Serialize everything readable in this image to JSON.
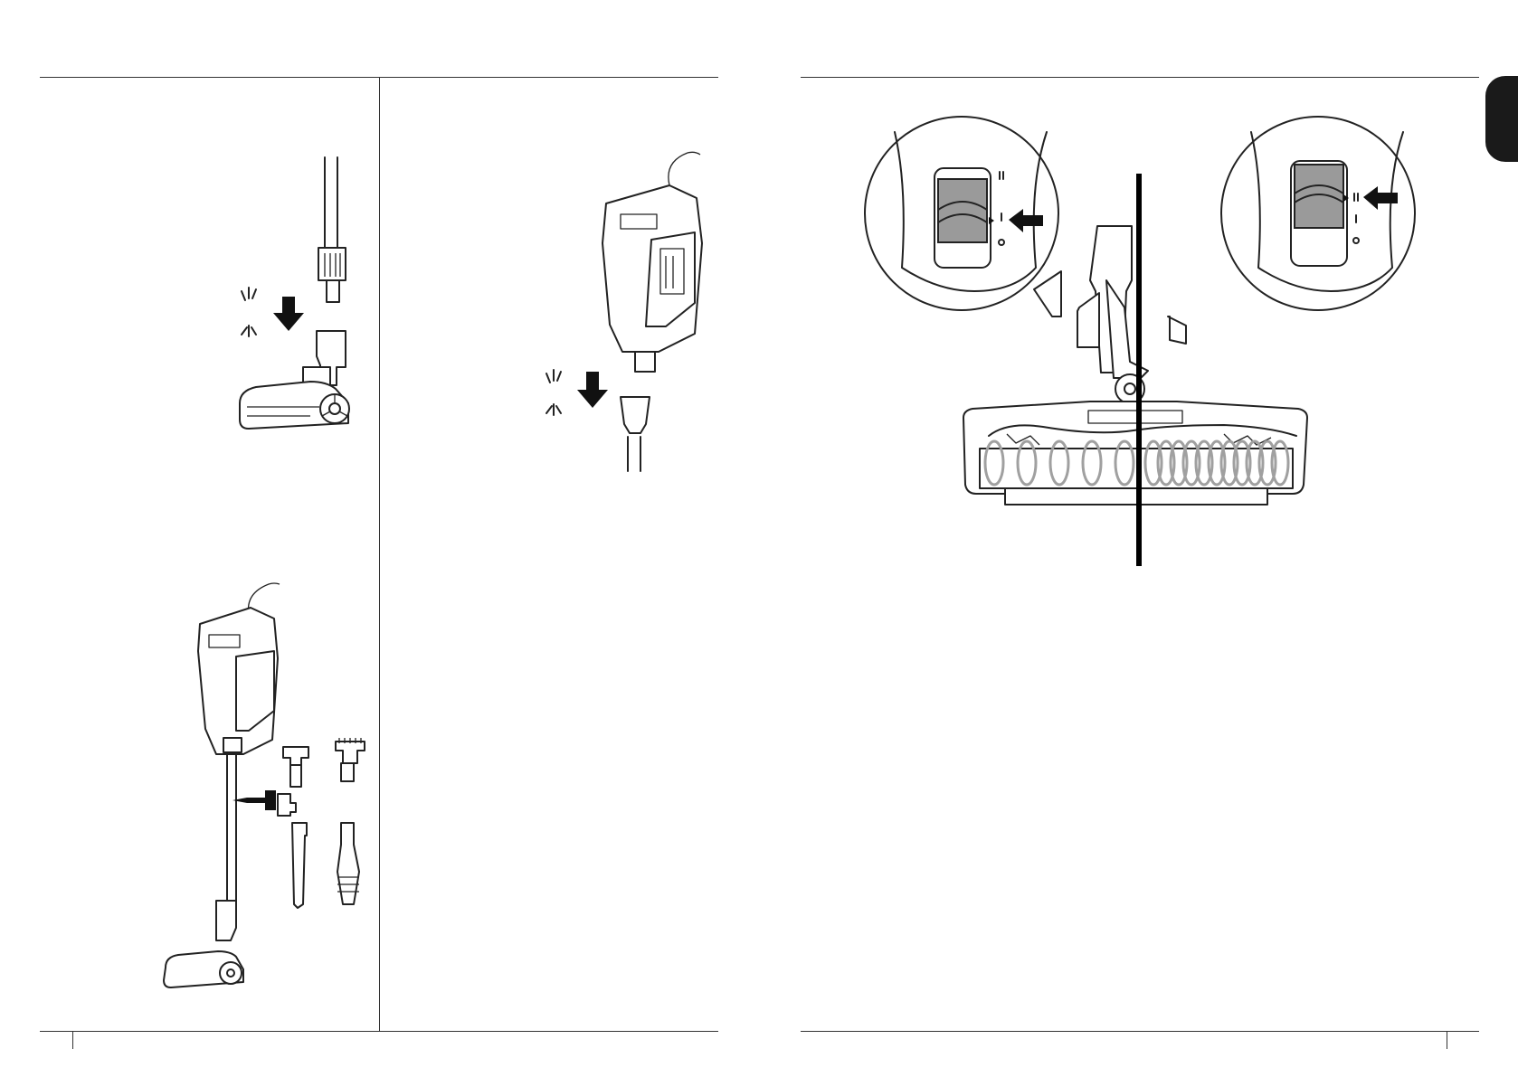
{
  "document": {
    "left_page": {
      "figures": [
        {
          "icon": "wand-to-floor-nozzle-click-illustration"
        },
        {
          "icon": "pod-to-wand-click-illustration"
        },
        {
          "icon": "attachments-to-wand-illustration"
        }
      ]
    },
    "right_page": {
      "figures": [
        {
          "icon": "power-switch-hard-floor-setting-inset"
        },
        {
          "icon": "floor-nozzle-brushroll-illustration"
        },
        {
          "icon": "power-switch-carpet-setting-inset"
        }
      ],
      "tab_color": "#1a1a1a"
    },
    "colors": {
      "line": "#333333",
      "switch_fill": "#9a9a9a",
      "brushroll": "#a0a0a0"
    }
  }
}
